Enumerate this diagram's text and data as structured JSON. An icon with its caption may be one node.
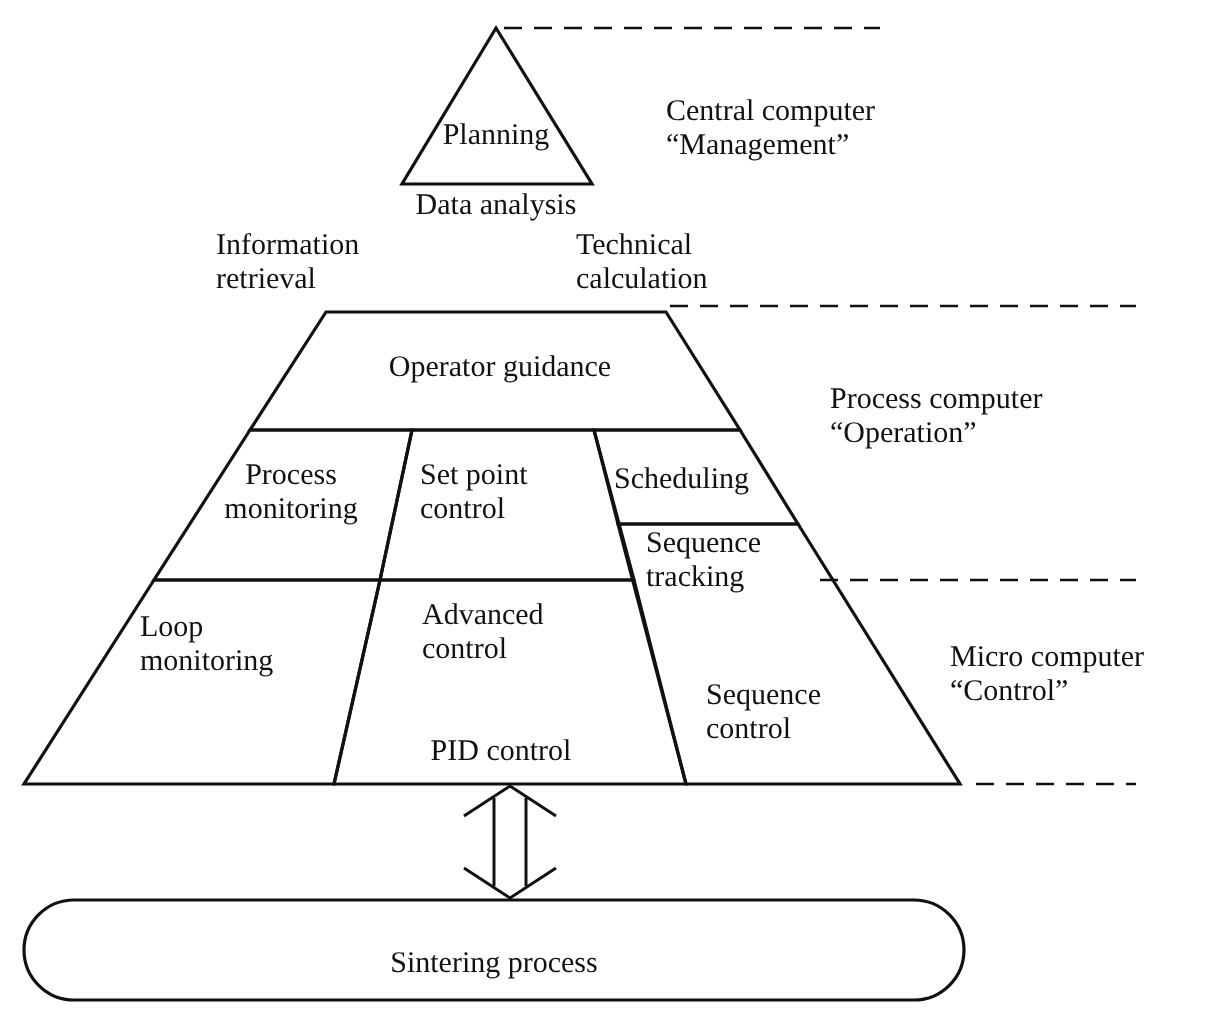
{
  "diagram": {
    "nodes": [
      {
        "text": [
          "Planning"
        ]
      },
      {
        "text": [
          "Operator guidance"
        ]
      },
      {
        "text": [
          "Process monitoring"
        ]
      },
      {
        "text": [
          "Set point control"
        ]
      },
      {
        "text": [
          "Scheduling"
        ]
      },
      {
        "text": [
          "Loop monitoring"
        ]
      },
      {
        "text": [
          "Advanced control",
          "PID control"
        ]
      },
      {
        "text": [
          "Sequence tracking",
          "Sequence control"
        ]
      },
      {
        "text": [
          "Sintering process"
        ]
      }
    ],
    "edges": [
      {
        "from": 6,
        "to": 8,
        "arrow": "both"
      }
    ],
    "labels": [
      "Central computer “Management”",
      "Data analysis",
      "Information retrieval",
      "Technical calculation",
      "Process computer “Operation”",
      "Micro computer “Control”"
    ]
  }
}
